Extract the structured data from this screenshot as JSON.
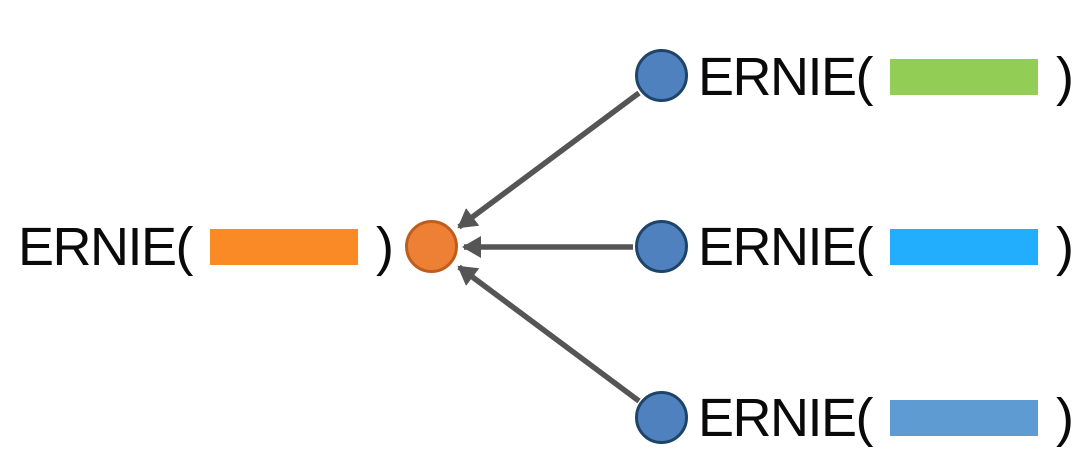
{
  "colors": {
    "background": "#FFFFFF",
    "arrow": "#555555",
    "text": "#0A0A0A"
  },
  "center_node": {
    "fill": "#ED8034",
    "border": "#BE5E1E",
    "label": {
      "prefix": "ERNIE(",
      "suffix": ")",
      "bar_color": "#F98A25"
    }
  },
  "input_nodes": [
    {
      "fill": "#4E81BD",
      "border": "#1F4469",
      "label": {
        "prefix": "ERNIE(",
        "suffix": ")",
        "bar_color": "#92CE56"
      }
    },
    {
      "fill": "#4E81BD",
      "border": "#1F4469",
      "label": {
        "prefix": "ERNIE(",
        "suffix": ")",
        "bar_color": "#22AEFC"
      }
    },
    {
      "fill": "#4E81BD",
      "border": "#1F4469",
      "label": {
        "prefix": "ERNIE(",
        "suffix": ")",
        "bar_color": "#5E9BD3"
      }
    }
  ]
}
